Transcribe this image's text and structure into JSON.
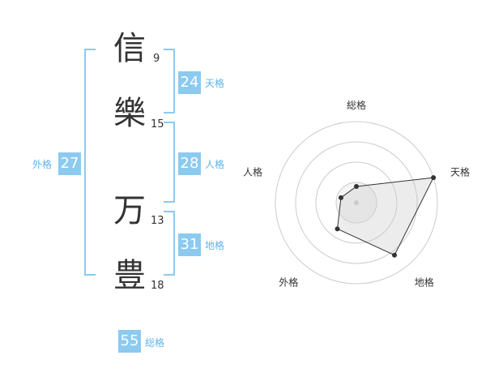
{
  "name": {
    "chars": [
      {
        "char": "信",
        "strokes": "9"
      },
      {
        "char": "樂",
        "strokes": "15"
      },
      {
        "char": "万",
        "strokes": "13"
      },
      {
        "char": "豊",
        "strokes": "18"
      }
    ]
  },
  "fortunes": {
    "tenkaku": {
      "value": "24",
      "label": "天格"
    },
    "jinkaku": {
      "value": "28",
      "label": "人格"
    },
    "chikaku": {
      "value": "31",
      "label": "地格"
    },
    "gaikaku": {
      "value": "27",
      "label": "外格"
    },
    "soukaku": {
      "value": "55",
      "label": "総格"
    }
  },
  "colors": {
    "accent": "#8ccaf0",
    "accent_text": "#5fb4ea"
  },
  "chart_data": {
    "type": "radar",
    "axes": [
      "総格",
      "天格",
      "地格",
      "外格",
      "人格"
    ],
    "values": [
      1,
      5,
      4,
      2,
      1
    ],
    "rmax": 5,
    "rings": 4
  }
}
